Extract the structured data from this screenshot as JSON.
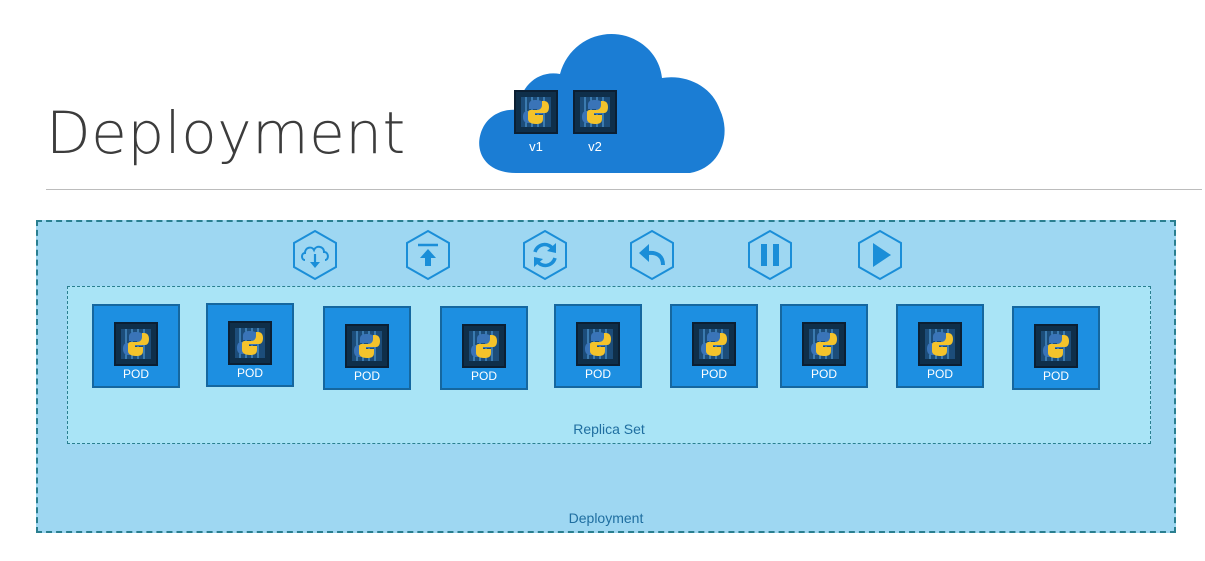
{
  "title": "Deployment",
  "cloud": {
    "versions": [
      "v1",
      "v2"
    ]
  },
  "deployment_label": "Deployment",
  "replica_set_label": "Replica Set",
  "actions": [
    {
      "name": "download-cloud-icon"
    },
    {
      "name": "upload-icon"
    },
    {
      "name": "sync-icon"
    },
    {
      "name": "undo-icon"
    },
    {
      "name": "pause-icon"
    },
    {
      "name": "play-icon"
    }
  ],
  "pods": [
    {
      "label": "POD"
    },
    {
      "label": "POD"
    },
    {
      "label": "POD"
    },
    {
      "label": "POD"
    },
    {
      "label": "POD"
    },
    {
      "label": "POD"
    },
    {
      "label": "POD"
    },
    {
      "label": "POD"
    },
    {
      "label": "POD"
    }
  ],
  "colors": {
    "cloud": "#1b7dd4",
    "pod": "#1d8fe1",
    "deployment_fill": "#9ed7f2",
    "replica_fill": "#a9e4f6",
    "border": "#2a7f90",
    "icon": "#1a8ed8"
  }
}
